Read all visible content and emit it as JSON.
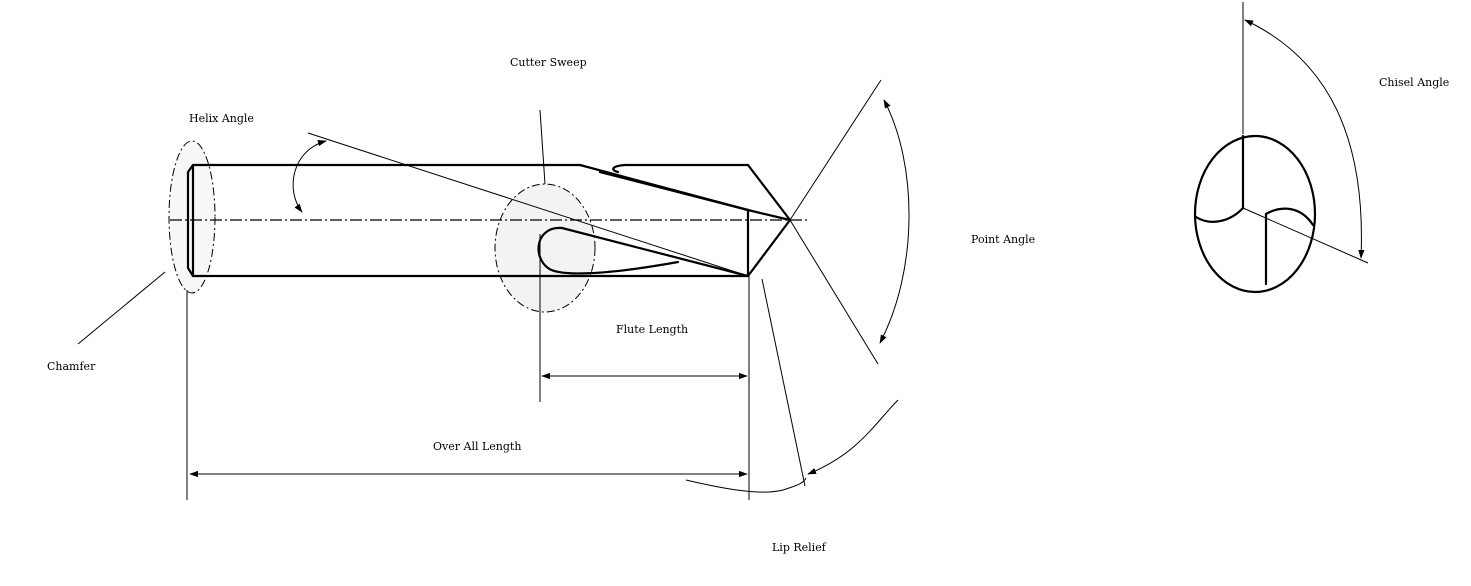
{
  "labels": {
    "cutter_sweep": "Cutter Sweep",
    "helix_angle": "Helix Angle",
    "chamfer": "Chamfer",
    "flute_length": "Flute Length",
    "over_all_length": "Over All Length",
    "point_angle": "Point Angle",
    "lip_relief": "Lip Relief",
    "chisel_angle": "Chisel Angle"
  }
}
